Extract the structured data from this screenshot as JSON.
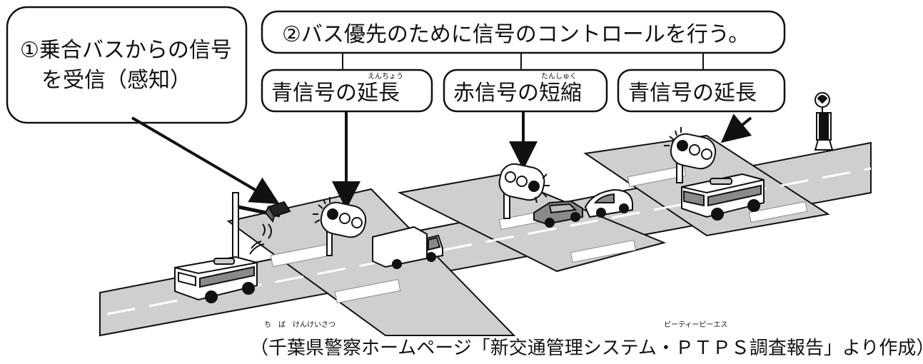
{
  "callouts": {
    "receive_line1": "①乗合バスからの信号",
    "receive_line2": "を受信（感知）",
    "control": "②バス優先のために信号のコントロールを行う。",
    "green_left": "青信号の延長",
    "green_left_ruby": "えんちょう",
    "red": "赤信号の短縮",
    "red_ruby": "たんしゅく",
    "green_right": "青信号の延長"
  },
  "source": {
    "text": "（千葉県警察ホームページ「新交通管理システム・ＰＴＰＳ調査報告」より作成）",
    "ruby_chiba": "ち　ば　けんけいさつ",
    "ruby_ptps": "ピーティーピーエス"
  },
  "colors": {
    "road": "#c9c9c9",
    "crosswalk": "#ffffff",
    "outline": "#111111",
    "bus_window": "#8a8a8a"
  }
}
